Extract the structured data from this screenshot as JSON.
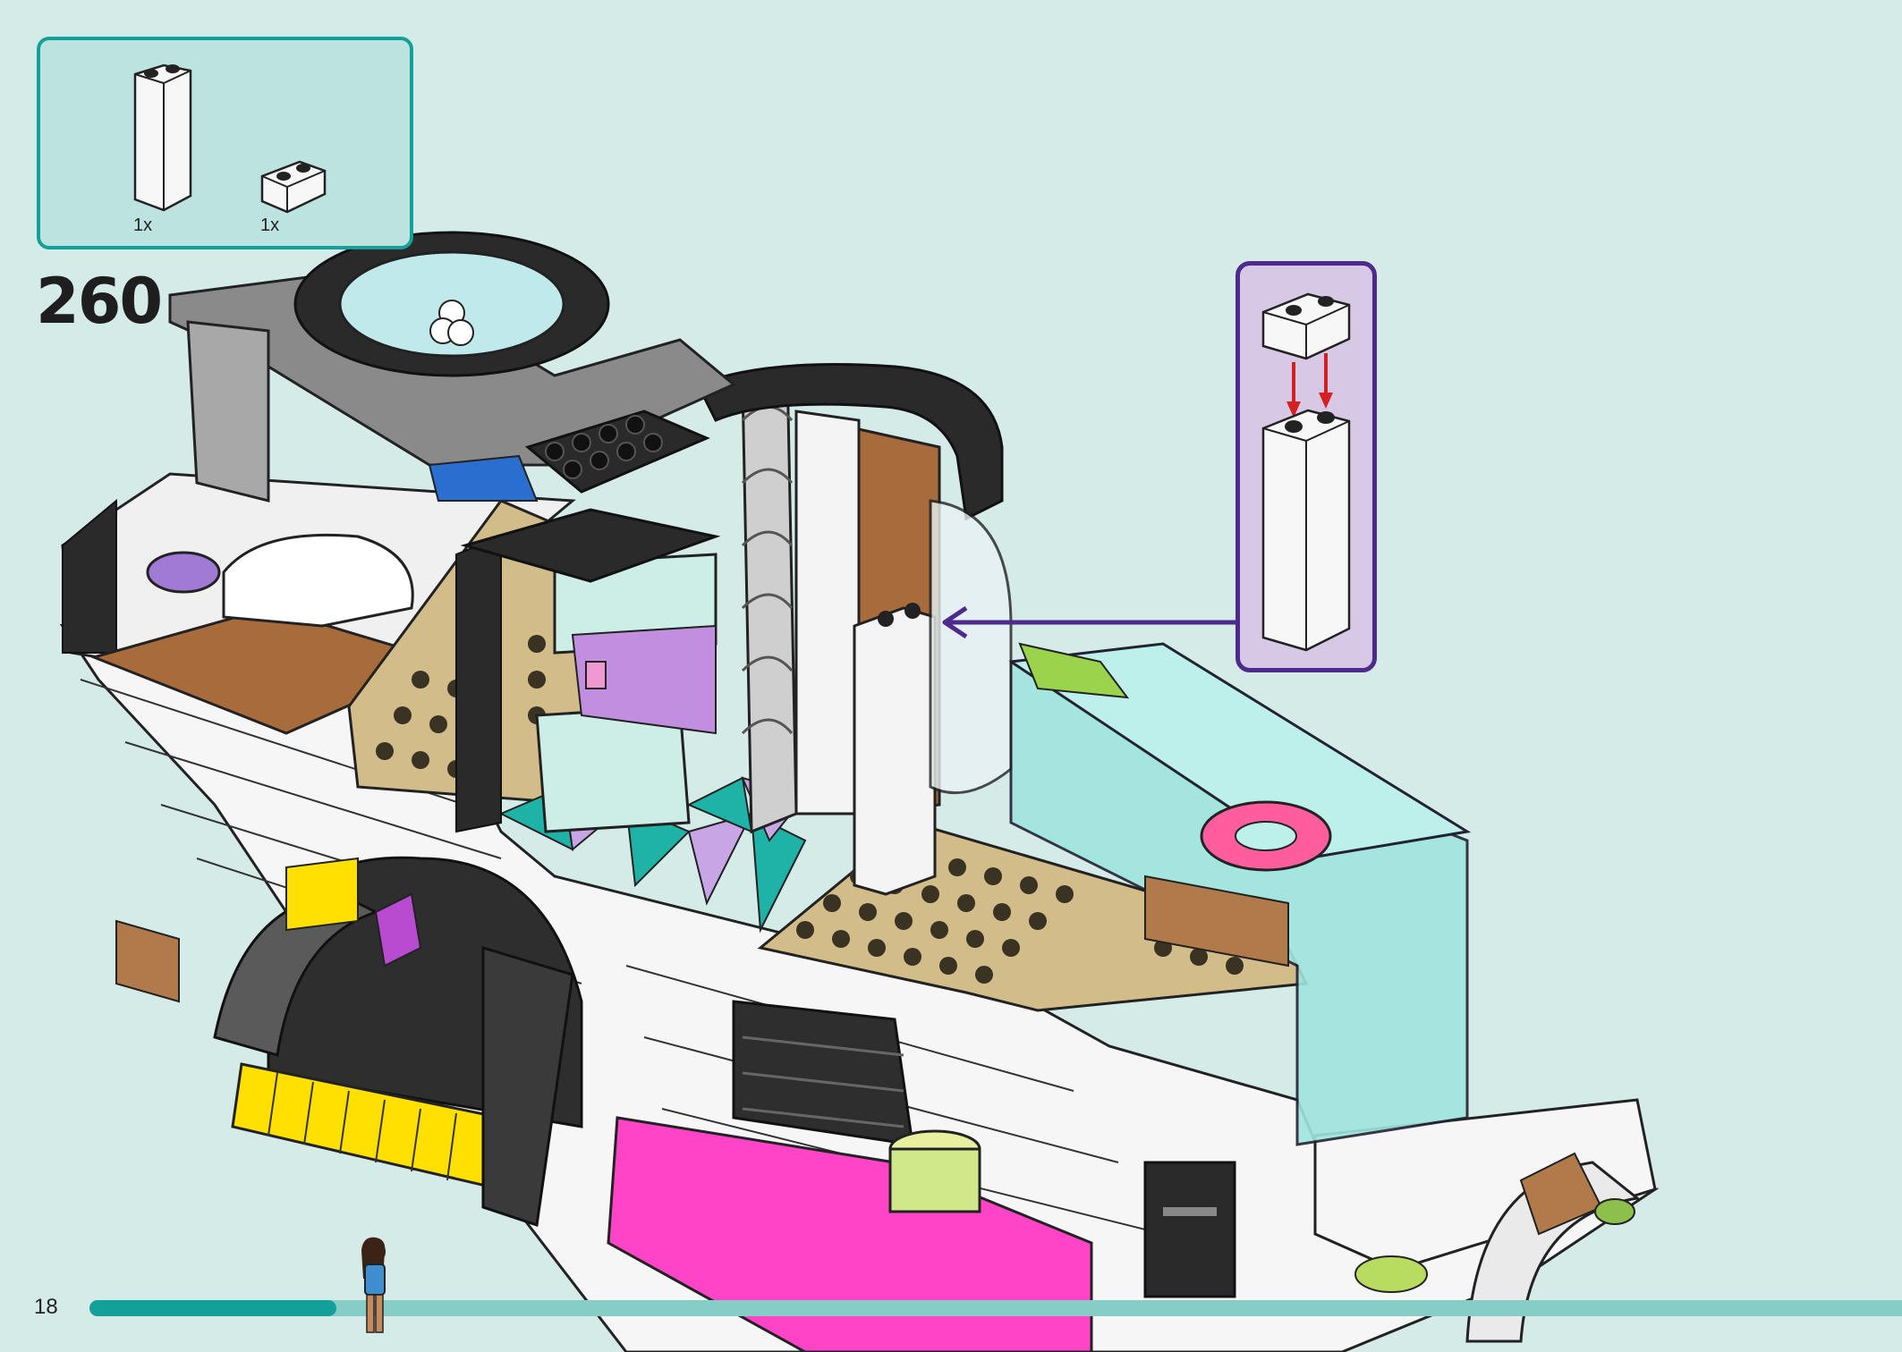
{
  "step": {
    "number": "260"
  },
  "parts": [
    {
      "qty": "1x",
      "name": "white-brick-1x2x3"
    },
    {
      "qty": "1x",
      "name": "white-brick-1x2"
    }
  ],
  "page": {
    "number": "18",
    "progress": 0.136
  },
  "colors": {
    "background": "#d4ebe8",
    "parts_border": "#14a09a",
    "callout_border": "#4d2a8c",
    "callout_fill": "#d7c9e6",
    "progress_fill": "#14a09a",
    "progress_track": "#86cdc8"
  }
}
